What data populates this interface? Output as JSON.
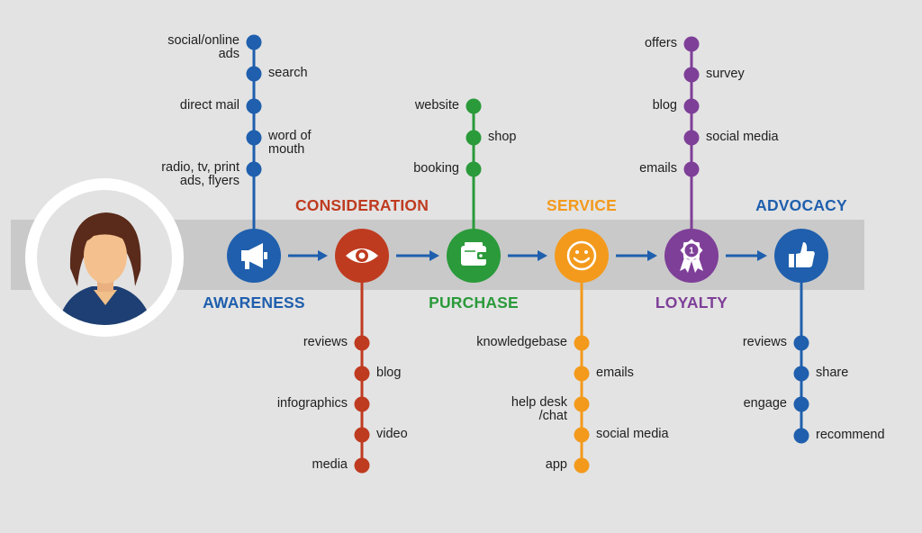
{
  "stages": [
    {
      "id": "awareness",
      "title": "AWARENESS",
      "title_pos": "below",
      "color": "#1f5fad",
      "icon": "megaphone-icon",
      "branch": "up",
      "items": [
        {
          "text": "social/online\nads",
          "side": "left"
        },
        {
          "text": "search",
          "side": "right"
        },
        {
          "text": "direct mail",
          "side": "left"
        },
        {
          "text": "word of\nmouth",
          "side": "right"
        },
        {
          "text": "radio, tv, print\nads, flyers",
          "side": "left"
        }
      ]
    },
    {
      "id": "consideration",
      "title": "CONSIDERATION",
      "title_pos": "above",
      "color": "#bf3b20",
      "icon": "eye-icon",
      "branch": "down",
      "items": [
        {
          "text": "reviews",
          "side": "left"
        },
        {
          "text": "blog",
          "side": "right"
        },
        {
          "text": "infographics",
          "side": "left"
        },
        {
          "text": "video",
          "side": "right"
        },
        {
          "text": "media",
          "side": "left"
        }
      ]
    },
    {
      "id": "purchase",
      "title": "PURCHASE",
      "title_pos": "below",
      "color": "#2a9a3a",
      "icon": "wallet-icon",
      "branch": "up",
      "items": [
        {
          "text": "website",
          "side": "left"
        },
        {
          "text": "shop",
          "side": "right"
        },
        {
          "text": "booking",
          "side": "left"
        }
      ]
    },
    {
      "id": "service",
      "title": "SERVICE",
      "title_pos": "above",
      "color": "#f39a1c",
      "icon": "smiley-icon",
      "branch": "down",
      "items": [
        {
          "text": "knowledgebase",
          "side": "left"
        },
        {
          "text": "emails",
          "side": "right"
        },
        {
          "text": "help desk\n/chat",
          "side": "left"
        },
        {
          "text": "social media",
          "side": "right"
        },
        {
          "text": "app",
          "side": "left"
        }
      ]
    },
    {
      "id": "loyalty",
      "title": "LOYALTY",
      "title_pos": "below",
      "color": "#7e3f98",
      "icon": "award-ribbon-icon",
      "badge": "1",
      "branch": "up",
      "items": [
        {
          "text": "offers",
          "side": "left"
        },
        {
          "text": "survey",
          "side": "right"
        },
        {
          "text": "blog",
          "side": "left"
        },
        {
          "text": "social media",
          "side": "right"
        },
        {
          "text": "emails",
          "side": "left"
        }
      ]
    },
    {
      "id": "advocacy",
      "title": "ADVOCACY",
      "title_pos": "above",
      "color": "#1f5fad",
      "icon": "thumbs-up-icon",
      "branch": "down",
      "items": [
        {
          "text": "reviews",
          "side": "left"
        },
        {
          "text": "share",
          "side": "right"
        },
        {
          "text": "engage",
          "side": "left"
        },
        {
          "text": "recommend",
          "side": "right"
        }
      ]
    }
  ],
  "colors": {
    "background": "#e3e3e3",
    "band": "#c9c9c9",
    "arrow": "#1f5fad",
    "label": "#1e1e1e"
  },
  "persona": {
    "icon": "customer-avatar-icon"
  }
}
